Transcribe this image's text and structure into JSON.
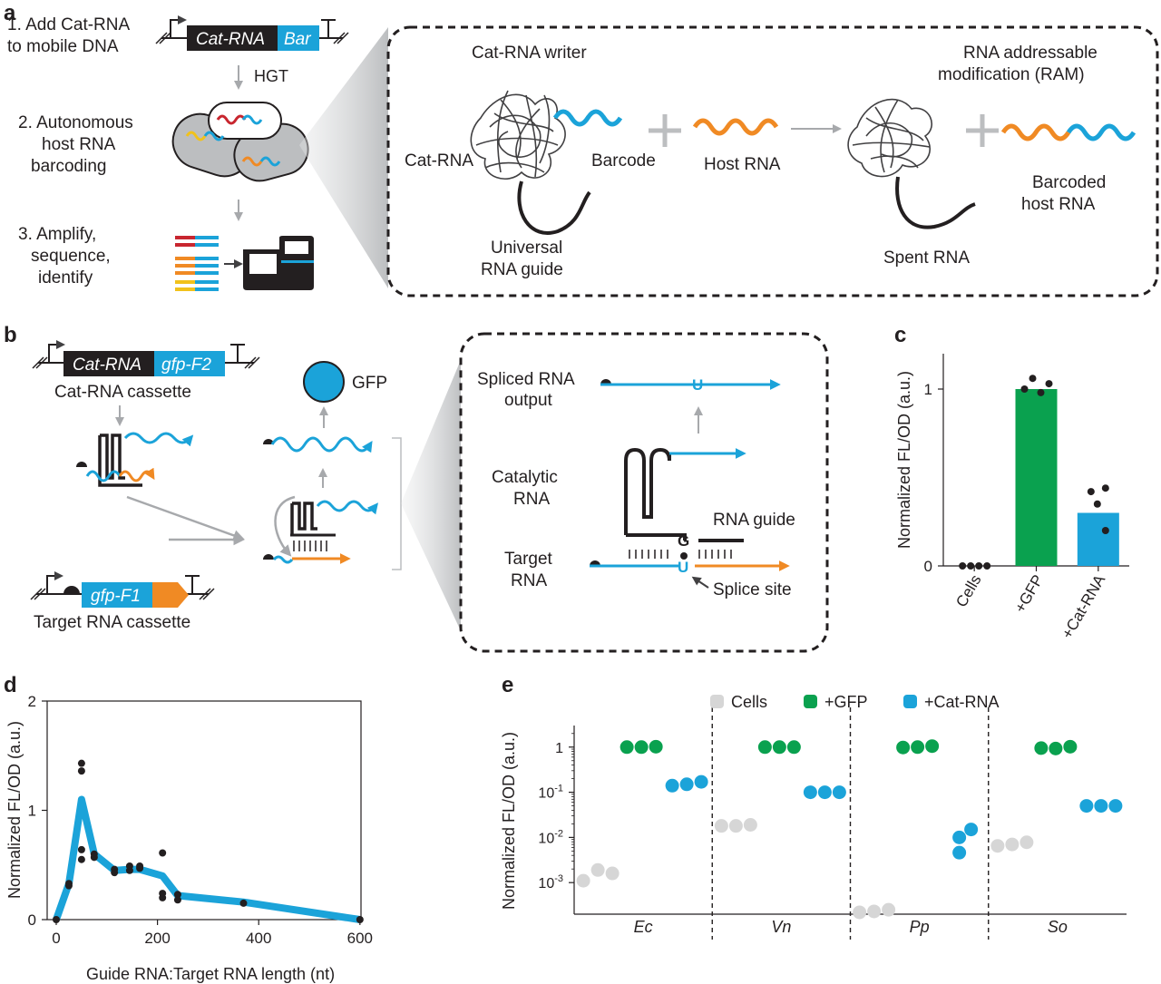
{
  "colors": {
    "blue": "#1ba3d9",
    "orange": "#f08a24",
    "red": "#c8262f",
    "yellow": "#f1c21b",
    "green": "#0aa14f",
    "grey": "#d6d6d6",
    "black": "#231f20",
    "arrow_grey": "#a7a9ac"
  },
  "panel_a": {
    "label": "a",
    "step1": [
      "1. Add Cat-RNA",
      "to mobile DNA"
    ],
    "gene_catrna": "Cat-RNA",
    "gene_bar": "Bar",
    "hgt": "HGT",
    "step2": [
      "2. Autonomous",
      "host RNA",
      "barcoding"
    ],
    "step3": [
      "3. Amplify,",
      "sequence,",
      "identify"
    ],
    "writer_title": "Cat-RNA writer",
    "ram_title": [
      "RNA addressable",
      "modification (RAM)"
    ],
    "cat_rna": "Cat-RNA",
    "barcode": "Barcode",
    "host_rna": "Host RNA",
    "guide": [
      "Universal",
      "RNA guide"
    ],
    "spent": "Spent RNA",
    "barcoded": [
      "Barcoded",
      "host RNA"
    ]
  },
  "panel_b": {
    "label": "b",
    "gene_catrna": "Cat-RNA",
    "gene_gfp_f2": "gfp-F2",
    "cassette1": "Cat-RNA cassette",
    "gene_gfp_f1": "gfp-F1",
    "cassette2": "Target RNA cassette",
    "gfp": "GFP",
    "spliced": [
      "Spliced RNA",
      "output"
    ],
    "catalytic": [
      "Catalytic",
      "RNA"
    ],
    "guide": "RNA guide",
    "target": [
      "Target",
      "RNA"
    ],
    "splice_site": "Splice site",
    "u": "U",
    "g": "G"
  },
  "chart_data": [
    {
      "panel": "c",
      "type": "bar",
      "ylabel": "Normalized FL/OD (a.u.)",
      "ylim": [
        0,
        1.2
      ],
      "yticks": [
        0,
        1
      ],
      "categories": [
        "Cells",
        "+GFP",
        "+Cat-RNA"
      ],
      "colors": [
        "#d6d6d6",
        "#0aa14f",
        "#1ba3d9"
      ],
      "values": [
        0.0,
        1.0,
        0.3
      ],
      "points": [
        [
          0,
          0,
          0,
          0
        ],
        [
          1.0,
          1.04,
          0.98,
          1.02
        ],
        [
          0.42,
          0.44,
          0.35,
          0.2
        ]
      ]
    },
    {
      "panel": "d",
      "type": "line",
      "xlabel": "Guide RNA:Target RNA length (nt)",
      "ylabel": "Normalized FL/OD (a.u.)",
      "xlim": [
        0,
        620
      ],
      "ylim": [
        0,
        2
      ],
      "xticks": [
        0,
        200,
        400,
        600
      ],
      "yticks": [
        0,
        1,
        2
      ],
      "mean": {
        "x": [
          0,
          25,
          50,
          75,
          115,
          145,
          165,
          210,
          240,
          370,
          600
        ],
        "y": [
          0,
          0.33,
          1.1,
          0.6,
          0.45,
          0.46,
          0.46,
          0.4,
          0.22,
          0.16,
          0.0
        ]
      },
      "points": {
        "x": [
          0,
          25,
          25,
          50,
          50,
          50,
          50,
          75,
          75,
          115,
          115,
          145,
          145,
          165,
          165,
          210,
          210,
          210,
          240,
          240,
          370,
          600
        ],
        "y": [
          0,
          0.31,
          0.33,
          1.43,
          1.36,
          0.64,
          0.55,
          0.6,
          0.57,
          0.46,
          0.43,
          0.45,
          0.49,
          0.49,
          0.47,
          0.61,
          0.2,
          0.24,
          0.18,
          0.23,
          0.15,
          0.0
        ]
      }
    },
    {
      "panel": "e",
      "type": "scatter",
      "ylabel": "Normalized FL/OD (a.u.)",
      "log_y": true,
      "ylim": [
        0.0002,
        3
      ],
      "ytick_labels": [
        "10-3",
        "10-2",
        "10-1",
        "1"
      ],
      "yticks": [
        0.001,
        0.01,
        0.1,
        1
      ],
      "categories": [
        "Ec",
        "Vn",
        "Pp",
        "So"
      ],
      "legend": [
        "Cells",
        "+GFP",
        "+Cat-RNA"
      ],
      "legend_position": "top",
      "series": [
        {
          "name": "Cells",
          "color": "#d6d6d6",
          "values": [
            [
              0.0011,
              0.0019,
              0.0016
            ],
            [
              0.018,
              0.018,
              0.019
            ],
            [
              0.00022,
              0.00023,
              0.00025
            ],
            [
              0.0065,
              0.007,
              0.0078
            ]
          ]
        },
        {
          "name": "+GFP",
          "color": "#0aa14f",
          "values": [
            [
              1.0,
              1.0,
              1.02
            ],
            [
              1.0,
              1.0,
              1.0
            ],
            [
              0.98,
              1.0,
              1.05
            ],
            [
              0.95,
              0.93,
              1.02
            ]
          ]
        },
        {
          "name": "+Cat-RNA",
          "color": "#1ba3d9",
          "values": [
            [
              0.14,
              0.15,
              0.17
            ],
            [
              0.1,
              0.1,
              0.1
            ],
            [
              0.01,
              0.0046,
              0.015
            ],
            [
              0.05,
              0.05,
              0.05
            ]
          ]
        }
      ]
    }
  ]
}
